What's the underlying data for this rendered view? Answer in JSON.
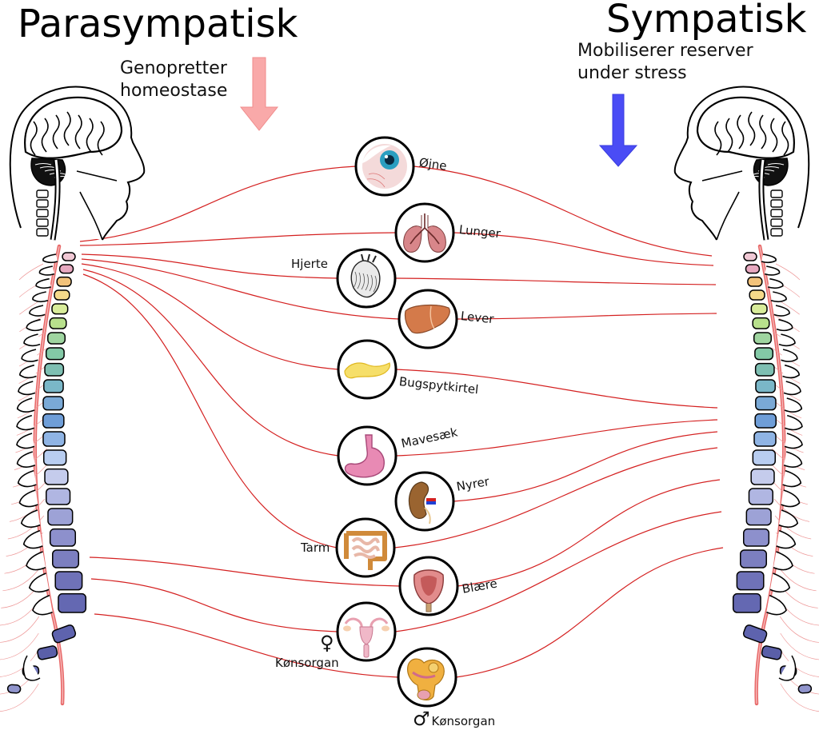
{
  "left_title": "Parasympatisk",
  "left_subtitle": "Genopretter\nhomeostase",
  "right_title": "Sympatisk",
  "right_subtitle": "Mobiliserer reserver\nunder stress",
  "colors": {
    "parasympathetic_arrow": "#f9a9a9",
    "sympathetic_arrow": "#4a4cf5",
    "nerve": "#d42020",
    "spinal_cord": "#e86a6a"
  },
  "organs": [
    {
      "id": "eyes",
      "label": "Øjne",
      "icon": "eye-icon"
    },
    {
      "id": "lungs",
      "label": "Lunger",
      "icon": "lungs-icon"
    },
    {
      "id": "heart",
      "label": "Hjerte",
      "icon": "heart-icon"
    },
    {
      "id": "liver",
      "label": "Lever",
      "icon": "liver-icon"
    },
    {
      "id": "pancreas",
      "label": "Bugspytkirtel",
      "icon": "pancreas-icon"
    },
    {
      "id": "stomach",
      "label": "Mavesæk",
      "icon": "stomach-icon"
    },
    {
      "id": "kidneys",
      "label": "Nyrer",
      "icon": "kidney-icon"
    },
    {
      "id": "intestine",
      "label": "Tarm",
      "icon": "intestine-icon"
    },
    {
      "id": "bladder",
      "label": "Blære",
      "icon": "bladder-icon"
    },
    {
      "id": "female",
      "label": "Kønsorgan",
      "symbol": "♀",
      "icon": "female-reproductive-icon"
    },
    {
      "id": "male",
      "label": "Kønsorgan",
      "symbol": "♂",
      "icon": "male-reproductive-icon"
    }
  ]
}
